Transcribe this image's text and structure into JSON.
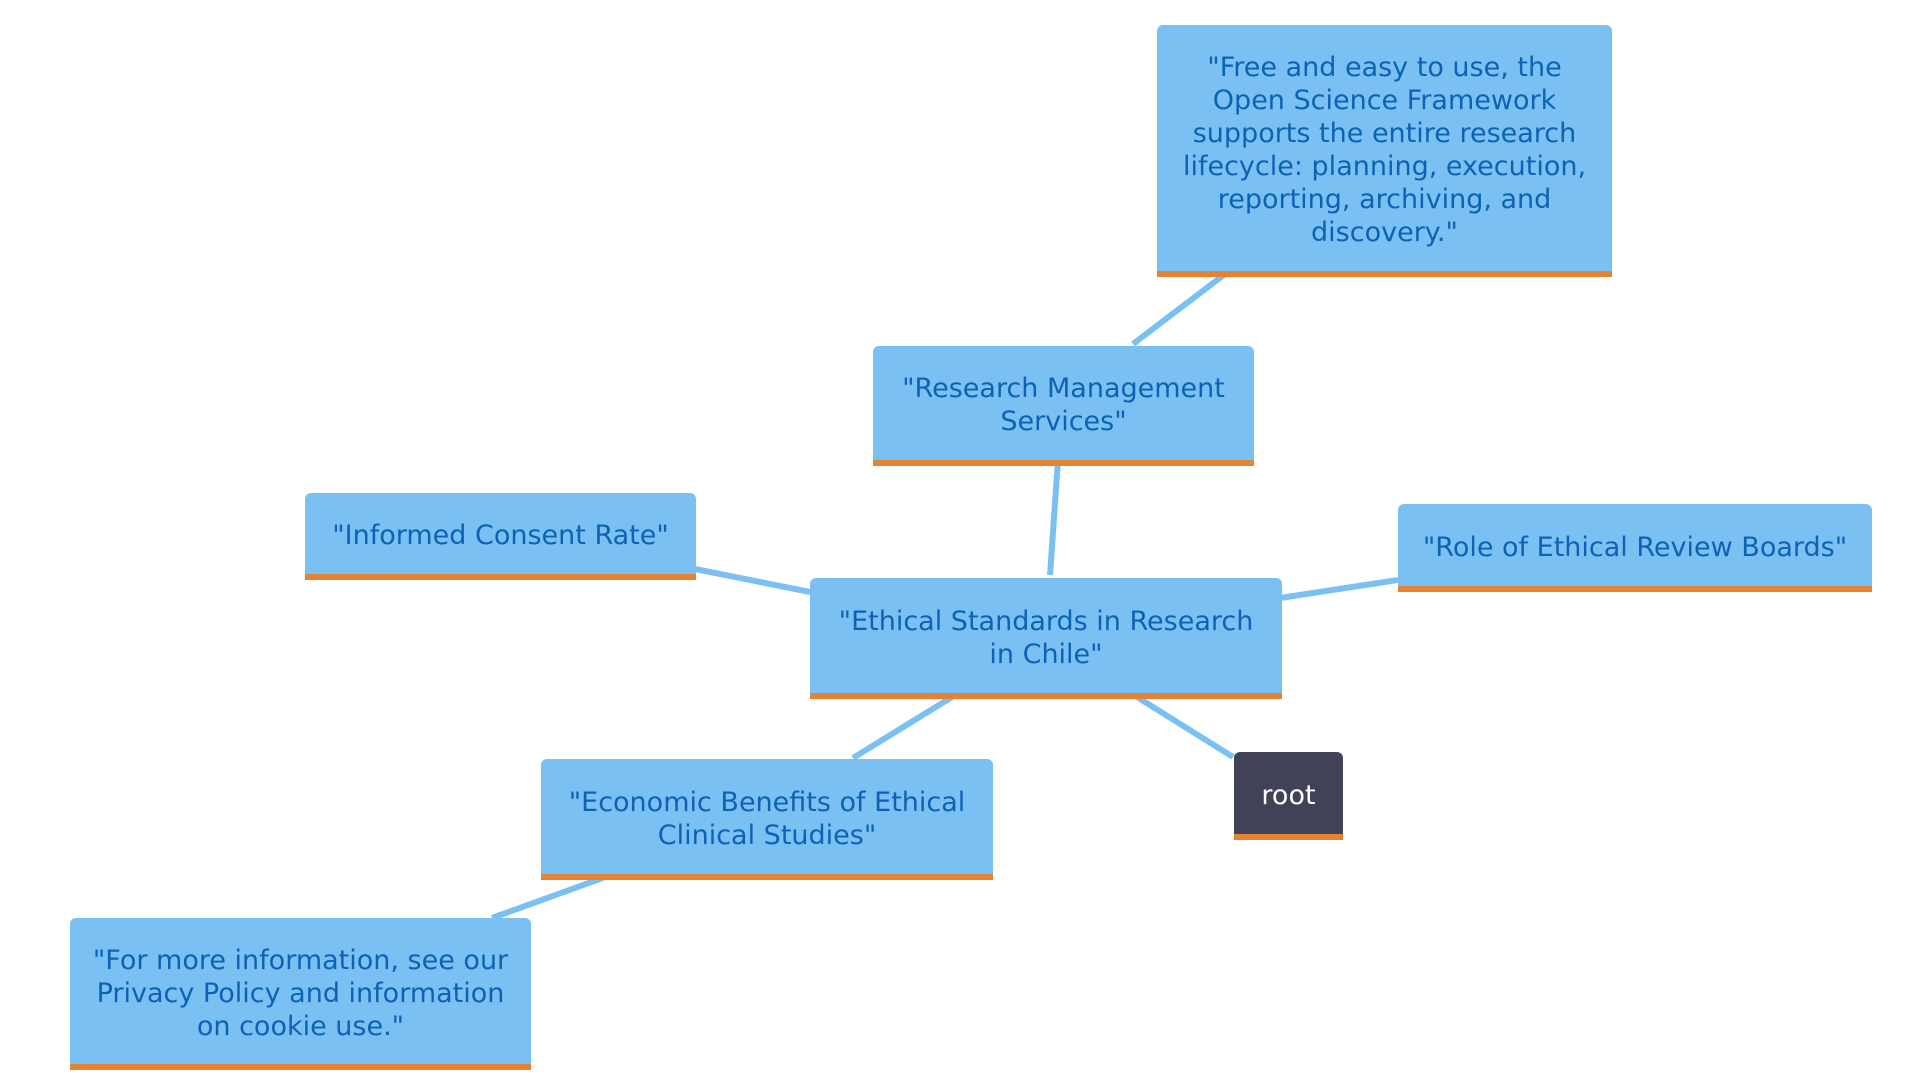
{
  "diagram": {
    "type": "mindmap",
    "colors": {
      "node_fill": "#7bc0f2",
      "node_text": "#0e62b5",
      "node_underline": "#e58233",
      "edge": "#7bc0f2",
      "root_fill": "#404258",
      "root_text": "#ffffff"
    },
    "nodes": {
      "center": "\"Ethical Standards in Research in Chile\"",
      "research_management": "\"Research Management Services\"",
      "osf_quote": "\"Free and easy to use, the Open Science Framework supports the entire research lifecycle: planning, execution, reporting, archiving, and discovery.\"",
      "informed_consent": "\"Informed Consent Rate\"",
      "ethical_review_boards": "\"Role of Ethical Review Boards\"",
      "economic_benefits": "\"Economic Benefits of Ethical Clinical Studies\"",
      "privacy_policy": "\"For more information, see our Privacy Policy and information on cookie use.\"",
      "root": "root"
    },
    "edges": [
      [
        "center",
        "research_management"
      ],
      [
        "research_management",
        "osf_quote"
      ],
      [
        "center",
        "informed_consent"
      ],
      [
        "center",
        "ethical_review_boards"
      ],
      [
        "center",
        "economic_benefits"
      ],
      [
        "economic_benefits",
        "privacy_policy"
      ],
      [
        "center",
        "root"
      ]
    ]
  }
}
